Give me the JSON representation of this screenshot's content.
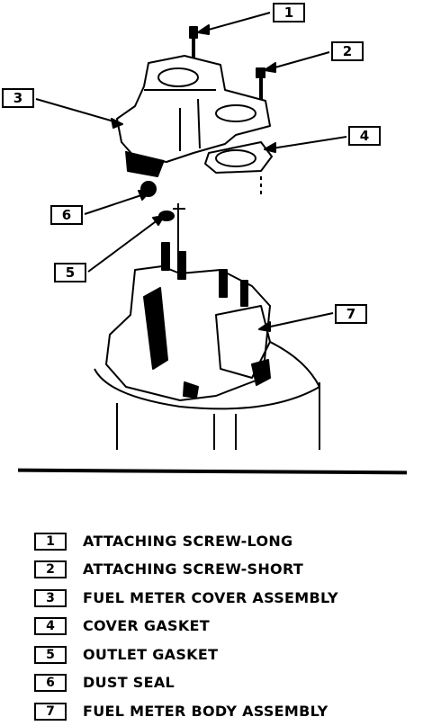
{
  "callouts": {
    "c1": "1",
    "c2": "2",
    "c3": "3",
    "c4": "4",
    "c6": "6",
    "c5": "5",
    "c7": "7"
  },
  "legend": [
    {
      "num": "1",
      "label": "ATTACHING SCREW-LONG"
    },
    {
      "num": "2",
      "label": "ATTACHING SCREW-SHORT"
    },
    {
      "num": "3",
      "label": "FUEL METER COVER ASSEMBLY"
    },
    {
      "num": "4",
      "label": "COVER GASKET"
    },
    {
      "num": "5",
      "label": "OUTLET GASKET"
    },
    {
      "num": "6",
      "label": "DUST SEAL"
    },
    {
      "num": "7",
      "label": "FUEL METER BODY ASSEMBLY"
    }
  ]
}
